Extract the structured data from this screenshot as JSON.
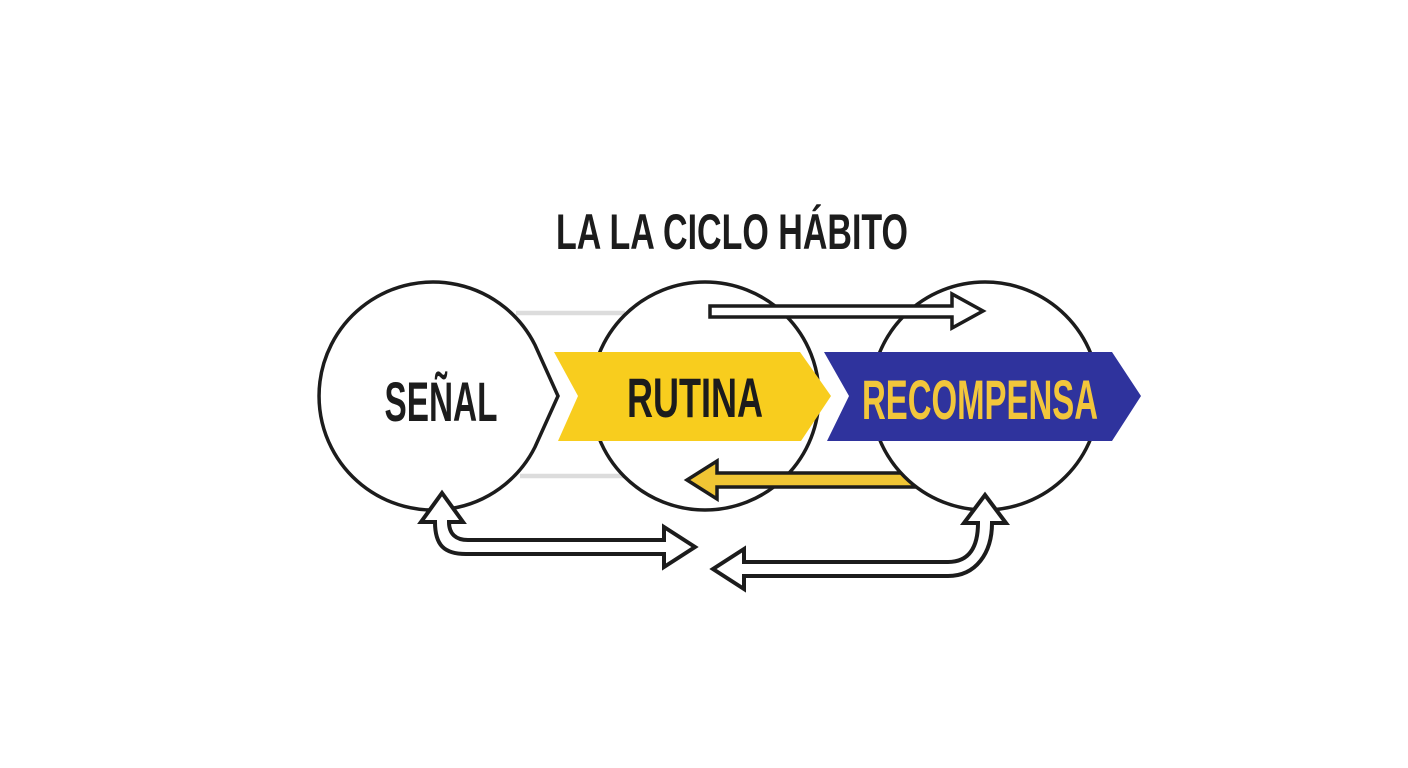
{
  "title": "LA LA CICLO HÁBITO",
  "diagram": {
    "stages": [
      {
        "label": "SEÑAL",
        "shape": "white circle with chevron pointer",
        "fill": "#FFFFFF",
        "label_color": "#1C1C1C"
      },
      {
        "label": "RUTINA",
        "shape": "yellow chevron banner",
        "fill": "#F8CD1E",
        "label_color": "#1C1C1C"
      },
      {
        "label": "RECOMPENSA",
        "shape": "blue chevron banner",
        "fill": "#2F339D",
        "label_color": "#F2C63B"
      }
    ],
    "arrows": [
      {
        "name": "top-forward-arrow",
        "direction": "right",
        "fill": "#FFFFFF"
      },
      {
        "name": "feedback-arrow",
        "direction": "left",
        "fill": "#F0C534"
      },
      {
        "name": "bottom-left-loop-arrow",
        "direction": "up-then-right",
        "fill": "#FFFFFF"
      },
      {
        "name": "bottom-right-loop-arrow",
        "direction": "up-then-left",
        "fill": "#FFFFFF"
      }
    ],
    "colors": {
      "outline": "#1C1C1C",
      "faded_connector": "#DCDCDC",
      "background": "#FFFFFF"
    }
  }
}
